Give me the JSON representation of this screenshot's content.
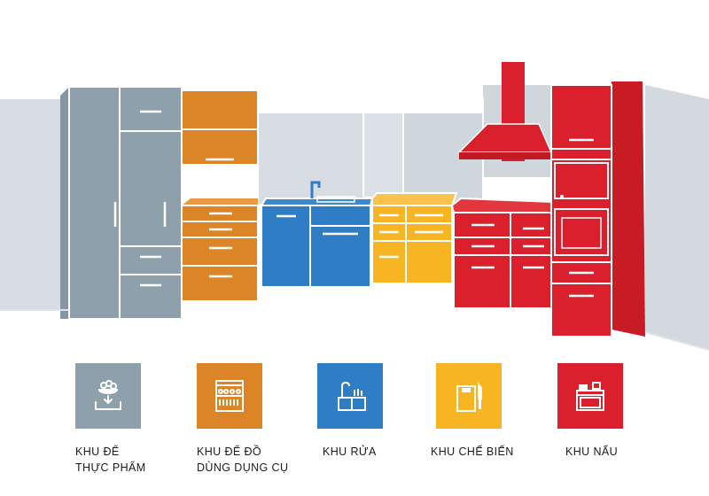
{
  "colors": {
    "food_storage": "#8fa0ad",
    "utensil_storage": "#dc8527",
    "washing": "#2f7dc4",
    "prep": "#f7b423",
    "cooking": "#d9202c",
    "wall": "#d7dde3",
    "floor_line": "#dfe3e7"
  },
  "zones": [
    {
      "id": "food",
      "line1": "KHU ĐỂ",
      "line2": "THỰC PHẨM",
      "icon": "food-storage-icon",
      "color": "#8fa0ad"
    },
    {
      "id": "utensils",
      "line1": "KHU ĐỂ ĐỒ",
      "line2": "DÙNG DỤNG CỤ",
      "icon": "dish-rack-icon",
      "color": "#dc8527"
    },
    {
      "id": "wash",
      "line1": "KHU RỬA",
      "line2": "",
      "icon": "sink-icon",
      "color": "#2f7dc4"
    },
    {
      "id": "prep",
      "line1": "KHU CHẾ BIẾN",
      "line2": "",
      "icon": "cutting-board-icon",
      "color": "#f7b423"
    },
    {
      "id": "cook",
      "line1": "KHU NẤU",
      "line2": "",
      "icon": "stove-icon",
      "color": "#d9202c"
    }
  ]
}
